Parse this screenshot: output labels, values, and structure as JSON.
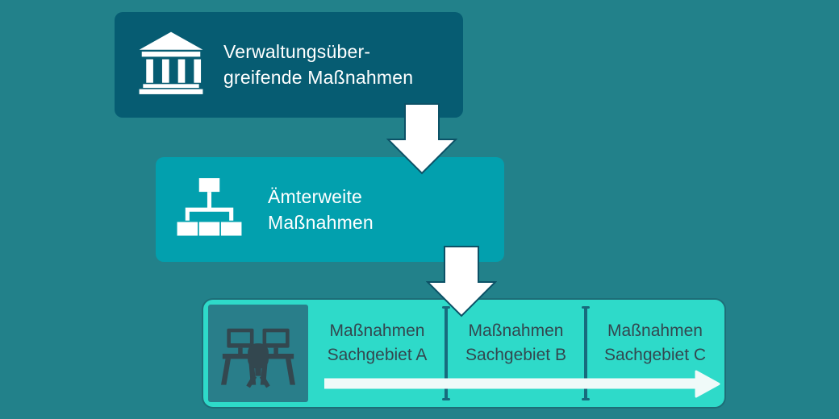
{
  "levels": {
    "level1": {
      "icon": "bank-building-icon",
      "lines": [
        "Verwaltungsüber-",
        "greifende Maßnahmen"
      ]
    },
    "level2": {
      "icon": "org-chart-icon",
      "lines": [
        "Ämterweite",
        "Maßnahmen"
      ]
    },
    "level3": {
      "icon": "desks-workstation-icon",
      "cells": [
        {
          "lines": [
            "Maßnahmen",
            "Sachgebiet A"
          ]
        },
        {
          "lines": [
            "Maßnahmen",
            "Sachgebiet B"
          ]
        },
        {
          "lines": [
            "Maßnahmen",
            "Sachgebiet C"
          ]
        }
      ]
    }
  },
  "colors": {
    "background": "#22818A",
    "level1_fill": "#065C72",
    "level2_fill": "#02A0AE",
    "level3_fill": "#2EDAC9",
    "icon_tile_fill": "#297E8A",
    "level3_text": "#33474F",
    "divider": "#176B7D",
    "down_arrow_fill": "#FFFFFF",
    "down_arrow_outline": "#0C5166",
    "timeline_arrow_fill": "#F0FAF9"
  }
}
